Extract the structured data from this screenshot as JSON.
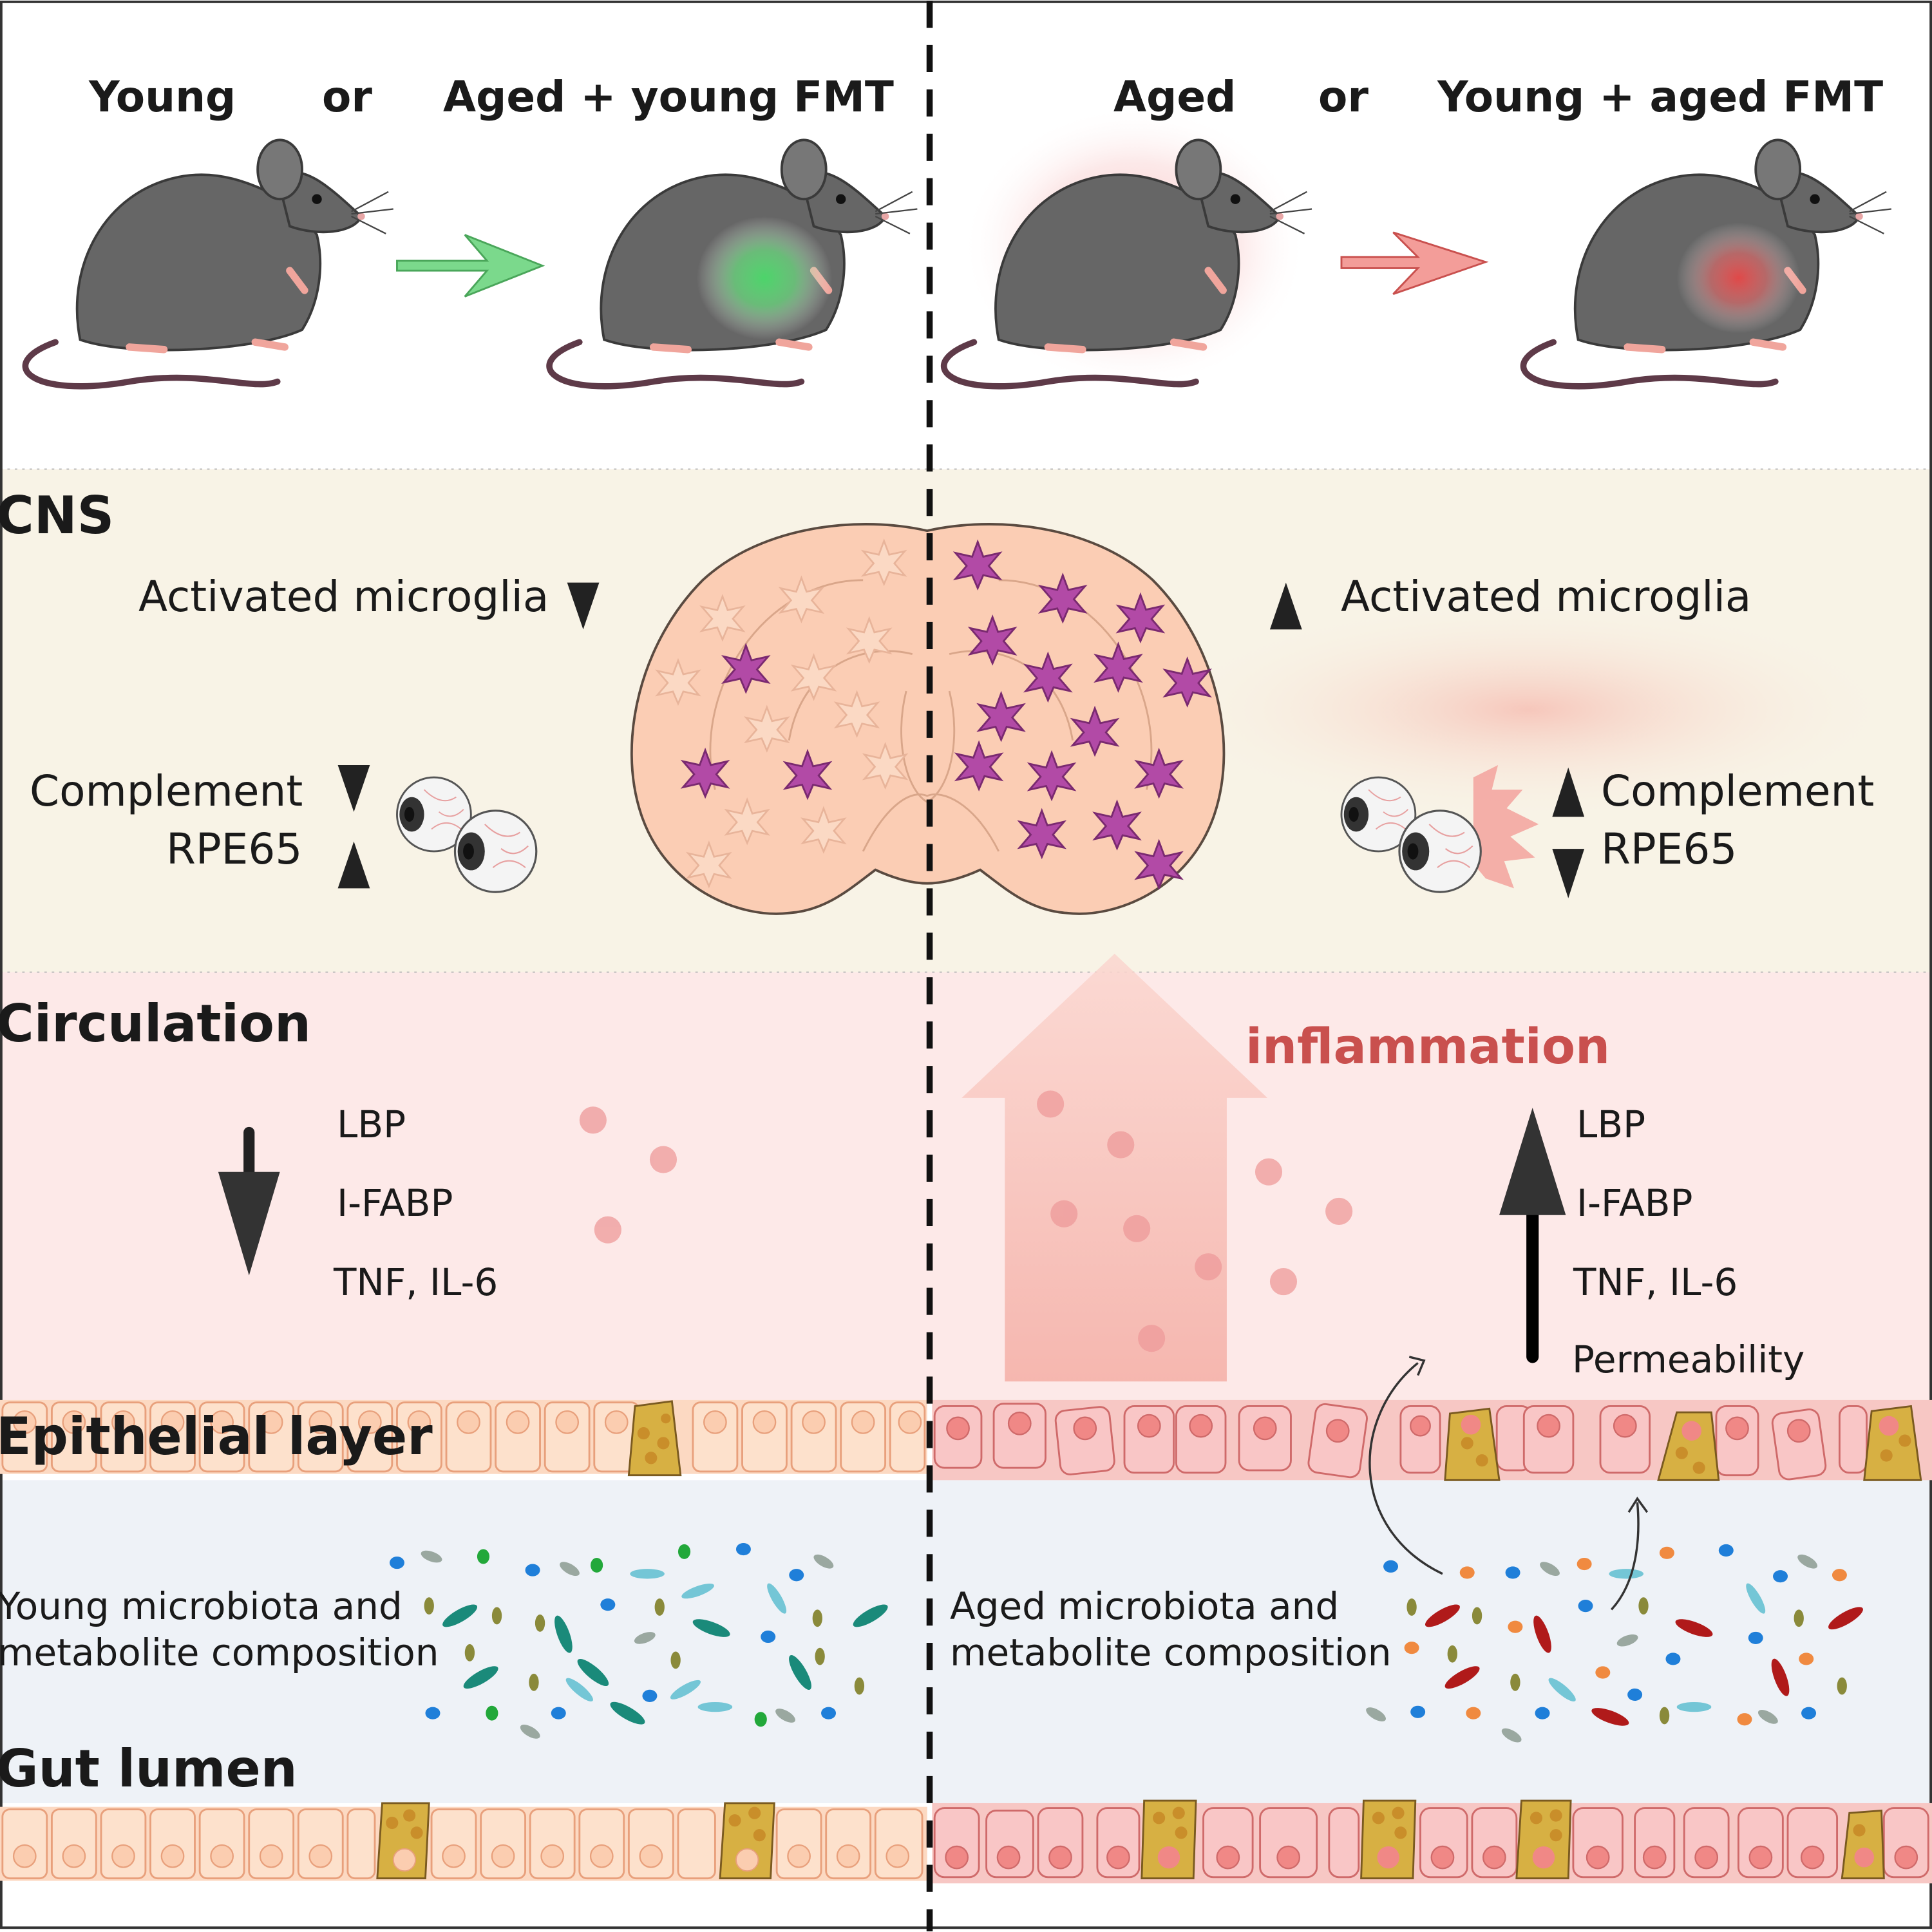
{
  "top": {
    "left_group": "Young",
    "left_or": "or",
    "left_target": "Aged + young FMT",
    "right_group": "Aged",
    "right_or": "or",
    "right_target": "Young + aged FMT"
  },
  "sections": {
    "cns": "CNS",
    "circulation": "Circulation",
    "epithelial": "Epithelial layer",
    "gut_lumen": "Gut lumen"
  },
  "cns_left": {
    "microglia": "Activated microglia",
    "complement": "Complement",
    "rpe65": "RPE65"
  },
  "cns_right": {
    "microglia": "Activated microglia",
    "complement": "Complement",
    "rpe65": "RPE65"
  },
  "circulation_left": {
    "items": [
      "LBP",
      "I-FABP",
      "TNF, IL-6"
    ]
  },
  "circulation_right": {
    "inflammation": "inflammation",
    "items": [
      "LBP",
      "I-FABP",
      "TNF, IL-6",
      "Permeability"
    ]
  },
  "lumen": {
    "left_line1": "Young microbiota and",
    "left_line2": "metabolite composition",
    "right_line1": "Aged microbiota and",
    "right_line2": "metabolite composition"
  },
  "colors": {
    "cns_band": "#f8f3e6",
    "circulation_band": "#fde9e8",
    "lumen_band": "#eef2f7",
    "young_glow": "#4cd46a",
    "aged_glow": "#e04848",
    "microglia_active": "#b24aa6",
    "microglia_resting": "#f6d3bd",
    "inflammation_text": "#c9504e"
  }
}
